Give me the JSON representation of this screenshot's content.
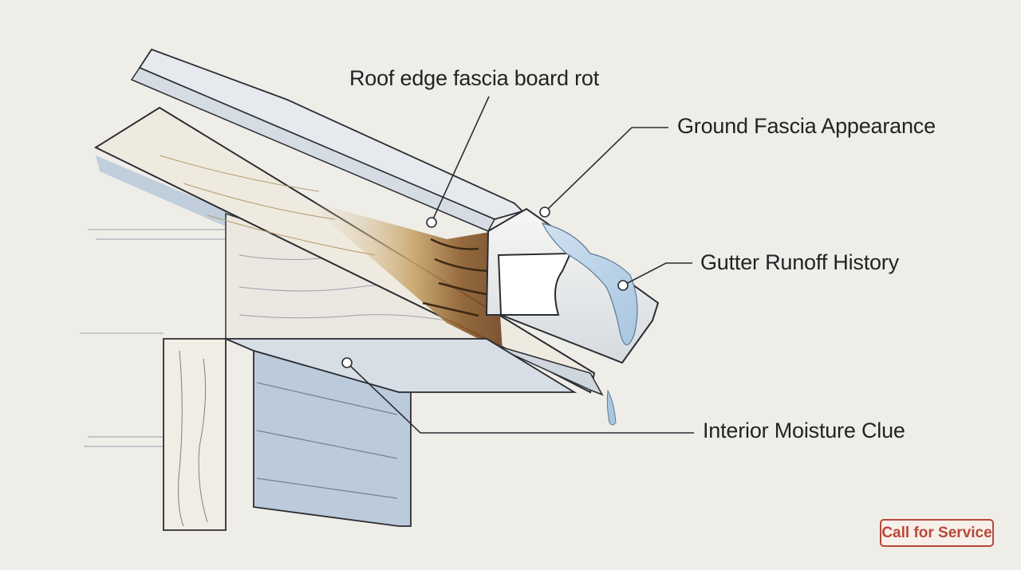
{
  "callouts": {
    "fascia_rot": "Roof edge fascia board rot",
    "ground_fascia": "Ground Fascia Appearance",
    "gutter_runoff": "Gutter Runoff History",
    "interior_moisture": "Interior Moisture Clue"
  },
  "cta": {
    "label": "Call for Service"
  },
  "colors": {
    "background": "#efede8",
    "ink": "#2b2d31",
    "shadow_blue": "#b9c9da",
    "rot_brown": "#8a5a2a",
    "cta_red": "#b8483a"
  }
}
